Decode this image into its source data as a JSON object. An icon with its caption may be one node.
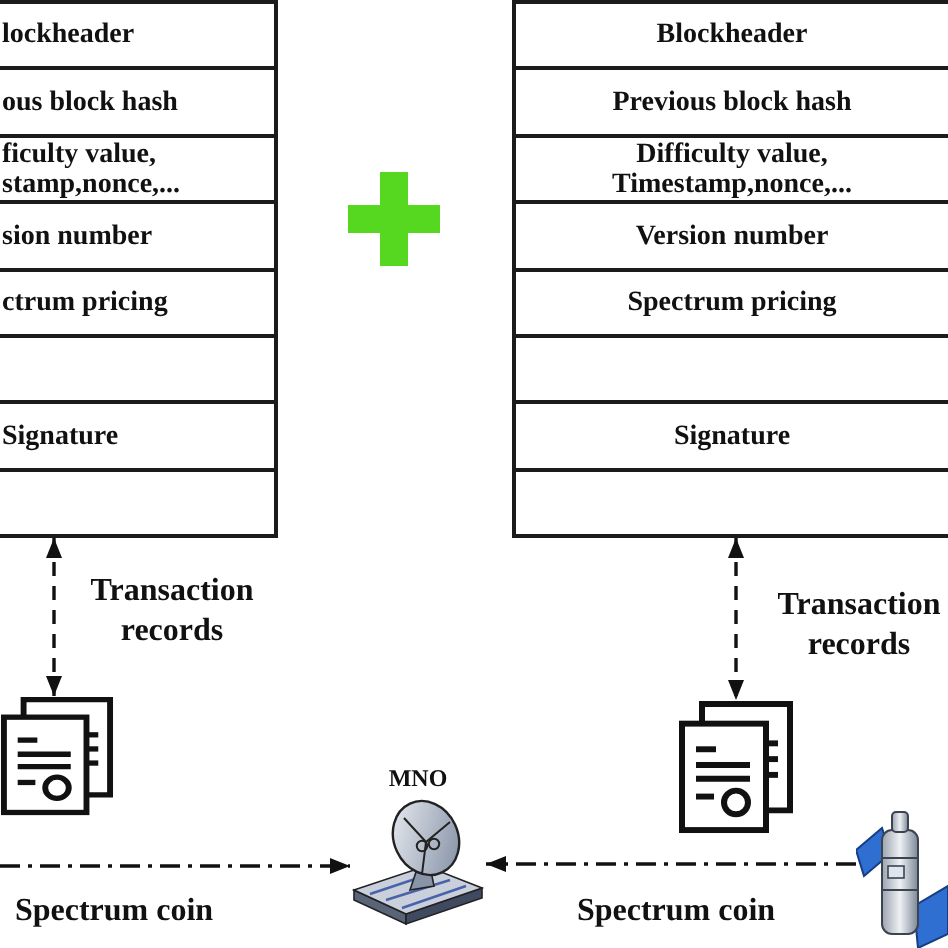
{
  "diagram": {
    "nodes": [
      {
        "text": [],
        "shape": "box"
      },
      {
        "text": [
          "lockheader"
        ],
        "in": 0
      },
      {
        "text": [
          "ous block hash"
        ],
        "in": 0
      },
      {
        "text": [
          "ficulty value, stamp,nonce,..."
        ],
        "in": 0
      },
      {
        "text": [
          "sion number"
        ],
        "in": 0
      },
      {
        "text": [
          "ctrum pricing"
        ],
        "in": 0
      },
      {
        "text": [],
        "shape": "box",
        "in": 0
      },
      {
        "text": [
          "Signature"
        ],
        "in": 0
      },
      {
        "text": [],
        "shape": "box",
        "in": 0
      },
      {
        "text": [],
        "shape": "box"
      },
      {
        "text": [
          "Blockheader"
        ],
        "in": 9
      },
      {
        "text": [
          "Previous block hash"
        ],
        "in": 9
      },
      {
        "text": [
          "Difficulty value, Timestamp,nonce,..."
        ],
        "in": 9
      },
      {
        "text": [
          "Version number"
        ],
        "in": 9
      },
      {
        "text": [
          "Spectrum pricing"
        ],
        "in": 9
      },
      {
        "text": [],
        "shape": "box",
        "in": 9
      },
      {
        "text": [
          "Signature"
        ],
        "in": 9
      },
      {
        "text": [],
        "shape": "box",
        "in": 9
      },
      {
        "text": [],
        "shape": "picture"
      },
      {
        "text": [],
        "shape": "picture"
      },
      {
        "text": [
          "MNO"
        ]
      },
      {
        "text": [],
        "shape": "picture"
      }
    ],
    "edges": [
      {
        "from": 0,
        "to": 18,
        "arrow": "both",
        "style": "dashed",
        "label": "Transaction records"
      },
      {
        "from": 9,
        "to": 19,
        "arrow": "both",
        "style": "dashed",
        "label": "Transaction records"
      },
      {
        "from": null,
        "to": 20,
        "arrow": "to",
        "style": "dashed",
        "label": "Spectrum coin"
      },
      {
        "from": 21,
        "to": 20,
        "arrow": "to",
        "style": "dashed",
        "label": "Spectrum coin"
      }
    ]
  }
}
